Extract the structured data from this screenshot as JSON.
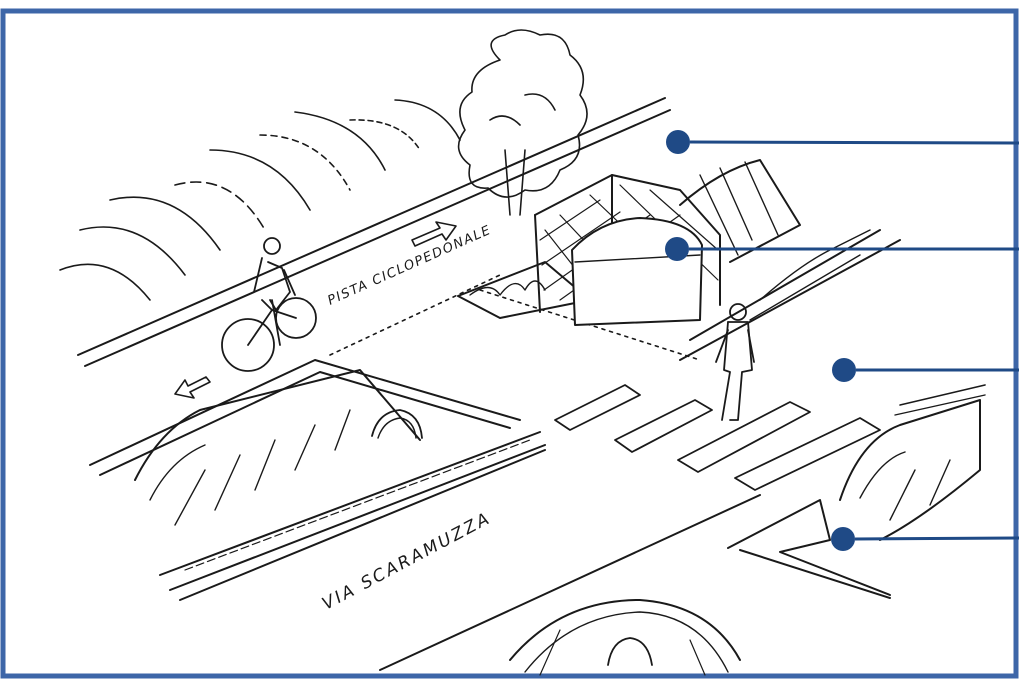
{
  "labels": {
    "bike_path": "PISTA CICLOPEDONALE",
    "street": "VIA SCARAMUZZA"
  },
  "colors": {
    "frame": "#3d66a8",
    "callout": "#1f4a86",
    "ink": "#1a1a1a"
  },
  "callouts": [
    {
      "id": "callout-1",
      "marker": "dot"
    },
    {
      "id": "callout-2",
      "marker": "dot"
    },
    {
      "id": "callout-3",
      "marker": "dot"
    },
    {
      "id": "callout-4",
      "marker": "dot"
    }
  ]
}
